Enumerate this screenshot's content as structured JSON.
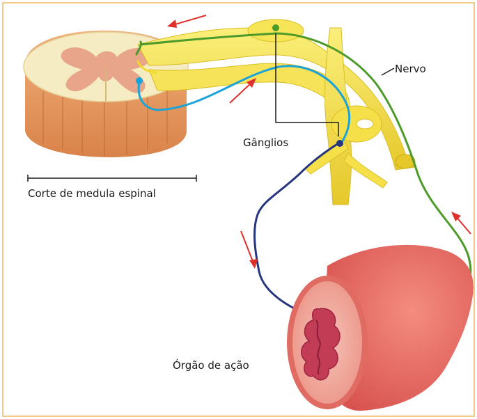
{
  "labels": {
    "nerve": "Nervo",
    "ganglia": "Gânglios",
    "spinal_cord_section": "Corte de medula espinal",
    "effector_organ": "Órgão de ação"
  },
  "colors": {
    "border": "#f3c98a",
    "nerve_yellow": "#f4e04a",
    "nerve_yellow_shade": "#d9be22",
    "spinal_cord_cream": "#f5ecc4",
    "spinal_cord_brown": "#e39a5c",
    "grey_matter": "#e8a589",
    "sensory_fiber": "#4c9a2a",
    "motor_fiber_1": "#1aa3d8",
    "motor_fiber_2": "#26357f",
    "organ_outer": "#e9706a",
    "organ_inner": "#f4b2aa",
    "organ_lumen": "#c23c56",
    "arrow": "#e0302a"
  }
}
